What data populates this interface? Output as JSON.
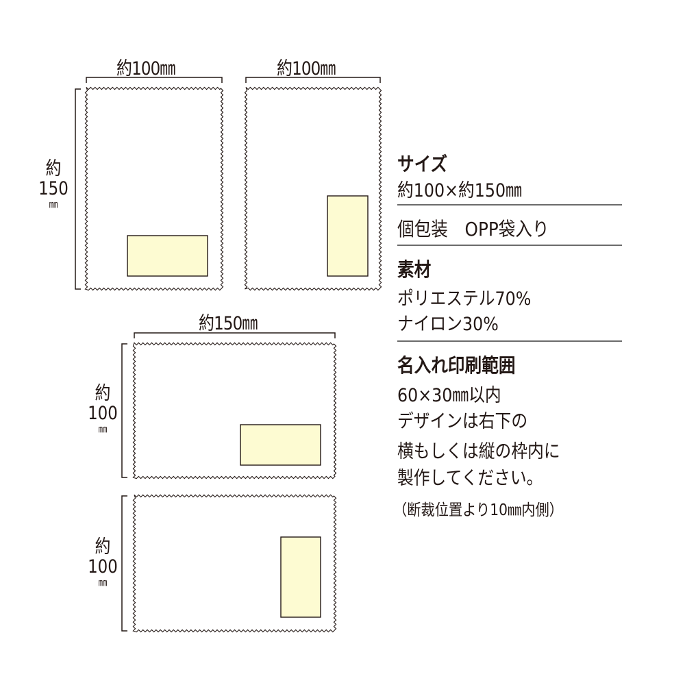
{
  "colors": {
    "line": "#231815",
    "print_area": "#fdfbd2"
  },
  "dimensions": {
    "cloth1_width": "約100㎜",
    "cloth2_width": "約100㎜",
    "cloth1_height": {
      "approx": "約",
      "value": "150",
      "unit": "㎜"
    },
    "cloth3_width": "約150㎜",
    "cloth3_height": {
      "approx": "約",
      "value": "100",
      "unit": "㎜"
    },
    "cloth4_height": {
      "approx": "約",
      "value": "100",
      "unit": "㎜"
    }
  },
  "spec": {
    "size_heading": "サイズ",
    "size_value": "約100×約150㎜",
    "packaging": "個包装　OPP袋入り",
    "material_heading": "素材",
    "material_lines": [
      "ポリエステル70%",
      "ナイロン30%"
    ],
    "print_heading": "名入れ印刷範囲",
    "print_lines": [
      "60×30㎜以内",
      "デザインは右下の",
      "横もしくは縦の枠内に",
      "製作してください。"
    ],
    "print_note": "（断裁位置より10㎜内側）"
  }
}
